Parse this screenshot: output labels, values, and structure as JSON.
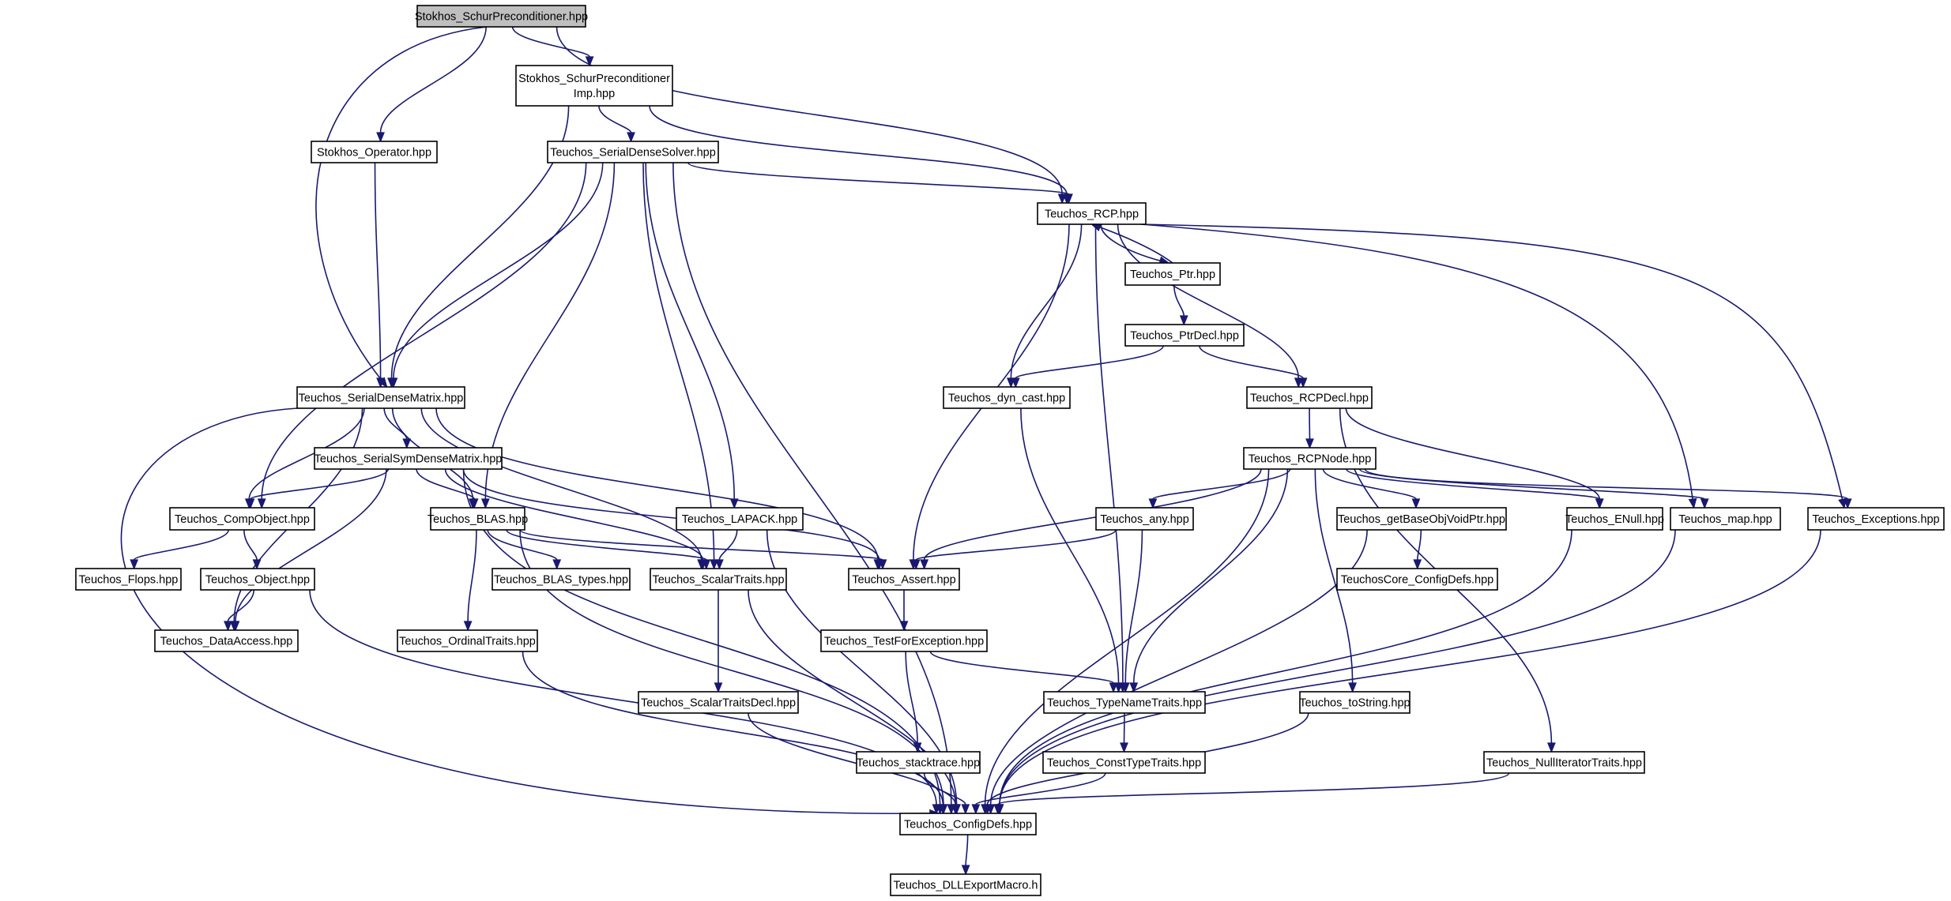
{
  "colors": {
    "edge": "#191970",
    "node_border": "#000000",
    "root_fill": "#bfbfbf",
    "node_fill": "#ffffff"
  },
  "nodes": {
    "schur": {
      "label": "Stokhos_SchurPreconditioner.hpp",
      "root": true
    },
    "schurImp": {
      "label": "Stokhos_SchurPreconditioner\nImp.hpp"
    },
    "operator": {
      "label": "Stokhos_Operator.hpp"
    },
    "sds": {
      "label": "Teuchos_SerialDenseSolver.hpp"
    },
    "rcp": {
      "label": "Teuchos_RCP.hpp"
    },
    "ptr": {
      "label": "Teuchos_Ptr.hpp"
    },
    "ptrDecl": {
      "label": "Teuchos_PtrDecl.hpp"
    },
    "sdm": {
      "label": "Teuchos_SerialDenseMatrix.hpp"
    },
    "dynCast": {
      "label": "Teuchos_dyn_cast.hpp"
    },
    "rcpDecl": {
      "label": "Teuchos_RCPDecl.hpp"
    },
    "ssdm": {
      "label": "Teuchos_SerialSymDenseMatrix.hpp"
    },
    "rcpNode": {
      "label": "Teuchos_RCPNode.hpp"
    },
    "compObj": {
      "label": "Teuchos_CompObject.hpp"
    },
    "blas": {
      "label": "Teuchos_BLAS.hpp"
    },
    "lapack": {
      "label": "Teuchos_LAPACK.hpp"
    },
    "any": {
      "label": "Teuchos_any.hpp"
    },
    "getBase": {
      "label": "Teuchos_getBaseObjVoidPtr.hpp"
    },
    "enull": {
      "label": "Teuchos_ENull.hpp"
    },
    "map": {
      "label": "Teuchos_map.hpp"
    },
    "exceptions": {
      "label": "Teuchos_Exceptions.hpp"
    },
    "flops": {
      "label": "Teuchos_Flops.hpp"
    },
    "object": {
      "label": "Teuchos_Object.hpp"
    },
    "blasTypes": {
      "label": "Teuchos_BLAS_types.hpp"
    },
    "scalarTraits": {
      "label": "Teuchos_ScalarTraits.hpp"
    },
    "assert": {
      "label": "Teuchos_Assert.hpp"
    },
    "coreConfig": {
      "label": "TeuchosCore_ConfigDefs.hpp"
    },
    "dataAccess": {
      "label": "Teuchos_DataAccess.hpp"
    },
    "ordinal": {
      "label": "Teuchos_OrdinalTraits.hpp"
    },
    "testFor": {
      "label": "Teuchos_TestForException.hpp"
    },
    "scalarDecl": {
      "label": "Teuchos_ScalarTraitsDecl.hpp"
    },
    "typeName": {
      "label": "Teuchos_TypeNameTraits.hpp"
    },
    "toString": {
      "label": "Teuchos_toString.hpp"
    },
    "stacktrace": {
      "label": "Teuchos_stacktrace.hpp"
    },
    "constType": {
      "label": "Teuchos_ConstTypeTraits.hpp"
    },
    "nullIter": {
      "label": "Teuchos_NullIteratorTraits.hpp"
    },
    "configDefs": {
      "label": "Teuchos_ConfigDefs.hpp"
    },
    "dll": {
      "label": "Teuchos_DLLExportMacro.h"
    }
  },
  "edges": [
    [
      "schur",
      "schurImp"
    ],
    [
      "schur",
      "operator"
    ],
    [
      "schur",
      "sdm"
    ],
    [
      "schur",
      "rcp"
    ],
    [
      "schurImp",
      "sds"
    ],
    [
      "schurImp",
      "sdm"
    ],
    [
      "schurImp",
      "rcp"
    ],
    [
      "operator",
      "sdm"
    ],
    [
      "sds",
      "rcp"
    ],
    [
      "sds",
      "sdm"
    ],
    [
      "sds",
      "compObj"
    ],
    [
      "sds",
      "blas"
    ],
    [
      "sds",
      "lapack"
    ],
    [
      "sds",
      "scalarTraits"
    ],
    [
      "sds",
      "configDefs"
    ],
    [
      "rcp",
      "ptr"
    ],
    [
      "ptr",
      "rcp"
    ],
    [
      "rcp",
      "dynCast"
    ],
    [
      "rcp",
      "rcpDecl"
    ],
    [
      "rcp",
      "assert"
    ],
    [
      "rcp",
      "typeName"
    ],
    [
      "rcp",
      "map"
    ],
    [
      "rcp",
      "exceptions"
    ],
    [
      "ptr",
      "ptrDecl"
    ],
    [
      "ptrDecl",
      "dynCast"
    ],
    [
      "ptrDecl",
      "rcpDecl"
    ],
    [
      "dynCast",
      "typeName"
    ],
    [
      "rcpDecl",
      "rcpNode"
    ],
    [
      "rcpDecl",
      "enull"
    ],
    [
      "rcpDecl",
      "nullIter"
    ],
    [
      "sdm",
      "ssdm"
    ],
    [
      "sdm",
      "compObj"
    ],
    [
      "sdm",
      "blas"
    ],
    [
      "sdm",
      "scalarTraits"
    ],
    [
      "sdm",
      "dataAccess"
    ],
    [
      "sdm",
      "assert"
    ],
    [
      "sdm",
      "configDefs"
    ],
    [
      "ssdm",
      "compObj"
    ],
    [
      "ssdm",
      "blas"
    ],
    [
      "ssdm",
      "scalarTraits"
    ],
    [
      "ssdm",
      "dataAccess"
    ],
    [
      "ssdm",
      "assert"
    ],
    [
      "ssdm",
      "configDefs"
    ],
    [
      "rcpNode",
      "any"
    ],
    [
      "rcpNode",
      "getBase"
    ],
    [
      "rcpNode",
      "enull"
    ],
    [
      "rcpNode",
      "map"
    ],
    [
      "rcpNode",
      "exceptions"
    ],
    [
      "rcpNode",
      "assert"
    ],
    [
      "rcpNode",
      "typeName"
    ],
    [
      "rcpNode",
      "toString"
    ],
    [
      "rcpNode",
      "configDefs"
    ],
    [
      "compObj",
      "flops"
    ],
    [
      "compObj",
      "object"
    ],
    [
      "object",
      "dataAccess"
    ],
    [
      "object",
      "configDefs"
    ],
    [
      "blas",
      "blasTypes"
    ],
    [
      "blas",
      "scalarTraits"
    ],
    [
      "blas",
      "assert"
    ],
    [
      "blas",
      "ordinal"
    ],
    [
      "blas",
      "configDefs"
    ],
    [
      "lapack",
      "scalarTraits"
    ],
    [
      "lapack",
      "configDefs"
    ],
    [
      "any",
      "assert"
    ],
    [
      "any",
      "typeName"
    ],
    [
      "getBase",
      "coreConfig"
    ],
    [
      "getBase",
      "configDefs"
    ],
    [
      "enull",
      "configDefs"
    ],
    [
      "map",
      "configDefs"
    ],
    [
      "exceptions",
      "configDefs"
    ],
    [
      "scalarTraits",
      "scalarDecl"
    ],
    [
      "scalarTraits",
      "configDefs"
    ],
    [
      "assert",
      "testFor"
    ],
    [
      "ordinal",
      "configDefs"
    ],
    [
      "testFor",
      "typeName"
    ],
    [
      "testFor",
      "stacktrace"
    ],
    [
      "scalarDecl",
      "configDefs"
    ],
    [
      "typeName",
      "constType"
    ],
    [
      "toString",
      "configDefs"
    ],
    [
      "stacktrace",
      "configDefs"
    ],
    [
      "constType",
      "configDefs"
    ],
    [
      "nullIter",
      "configDefs"
    ],
    [
      "configDefs",
      "dll"
    ]
  ]
}
